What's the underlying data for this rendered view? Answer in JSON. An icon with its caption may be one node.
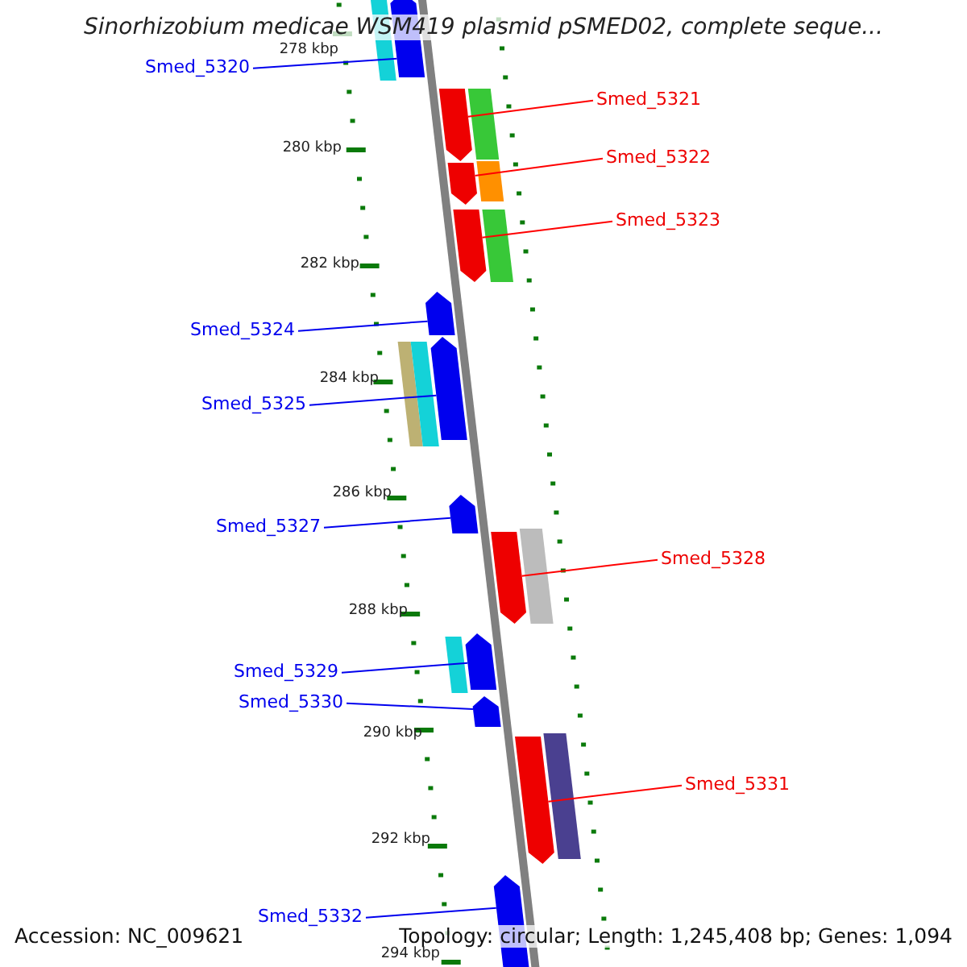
{
  "diagram": {
    "title": "Sinorhizobium medicae WSM419 plasmid pSMED02, complete seque...",
    "nodes": [
      {
        "text": [
          "Smed_5320"
        ]
      },
      {
        "text": [
          "Smed_5321"
        ]
      },
      {
        "text": [
          "Smed_5322"
        ]
      },
      {
        "text": [
          "Smed_5323"
        ]
      },
      {
        "text": [
          "Smed_5324"
        ]
      },
      {
        "text": [
          "Smed_5325"
        ]
      },
      {
        "text": [
          "Smed_5327"
        ]
      },
      {
        "text": [
          "Smed_5328"
        ]
      },
      {
        "text": [
          "Smed_5329"
        ]
      },
      {
        "text": [
          "Smed_5330"
        ]
      },
      {
        "text": [
          "Smed_5331"
        ]
      },
      {
        "text": [
          "Smed_5332"
        ]
      },
      {
        "text": [],
        "shape": "arrow"
      },
      {
        "text": [],
        "shape": "arrow"
      },
      {
        "text": [],
        "shape": "arrow"
      },
      {
        "text": [],
        "shape": "arrow"
      },
      {
        "text": [],
        "shape": "arrow"
      },
      {
        "text": [],
        "shape": "arrow"
      },
      {
        "text": [],
        "shape": "arrow"
      },
      {
        "text": [],
        "shape": "arrow"
      },
      {
        "text": [],
        "shape": "arrow"
      },
      {
        "text": [],
        "shape": "arrow"
      },
      {
        "text": [],
        "shape": "arrow"
      },
      {
        "text": [],
        "shape": "arrow"
      },
      {
        "text": [],
        "shape": "bar"
      },
      {
        "text": [],
        "shape": "bar"
      },
      {
        "text": [],
        "shape": "bar"
      },
      {
        "text": [],
        "shape": "bar"
      },
      {
        "text": [],
        "shape": "bar"
      },
      {
        "text": [],
        "shape": "bar"
      },
      {
        "text": [],
        "shape": "bar"
      },
      {
        "text": [],
        "shape": "bar"
      },
      {
        "text": [],
        "shape": "bar"
      }
    ],
    "edges": [
      {
        "from": 0,
        "to": 12,
        "arrow": "none"
      },
      {
        "from": 1,
        "to": 13,
        "arrow": "none",
        "color": "#ff0000"
      },
      {
        "from": 2,
        "to": 14,
        "arrow": "none",
        "color": "#ff0000"
      },
      {
        "from": 3,
        "to": 15,
        "arrow": "none",
        "color": "#ff0000"
      },
      {
        "from": 4,
        "to": 16,
        "arrow": "none"
      },
      {
        "from": 5,
        "to": 17,
        "arrow": "none"
      },
      {
        "from": 6,
        "to": 18,
        "arrow": "none"
      },
      {
        "from": 7,
        "to": 19,
        "arrow": "none",
        "color": "#ff0000"
      },
      {
        "from": 8,
        "to": 20,
        "arrow": "none"
      },
      {
        "from": 9,
        "to": 21,
        "arrow": "none"
      },
      {
        "from": 10,
        "to": 22,
        "arrow": "none",
        "color": "#ff0000"
      },
      {
        "from": 11,
        "to": 23,
        "arrow": "none"
      }
    ],
    "labels": [
      "278 kbp",
      "280 kbp",
      "282 kbp",
      "284 kbp",
      "286 kbp",
      "288 kbp",
      "290 kbp",
      "292 kbp",
      "Accession: NC_009621",
      "Topology: circular; Length: 1,245,408 bp; Genes: 1,094",
      "294 kbp"
    ]
  }
}
